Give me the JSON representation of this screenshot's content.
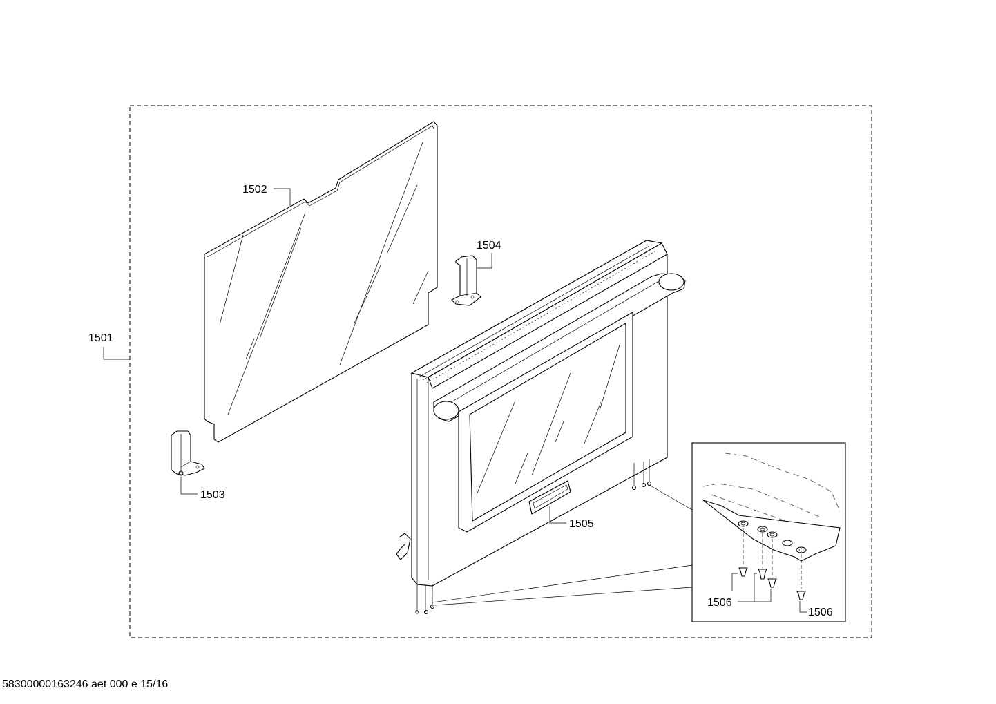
{
  "labels": {
    "assembly": "1501",
    "inner_glass": "1502",
    "hinge_left": "1503",
    "hinge_right": "1504",
    "door_frame": "1505",
    "screw_a": "1506",
    "screw_b": "1506"
  },
  "footer": "58300000163246 aet 000 e 15/16"
}
